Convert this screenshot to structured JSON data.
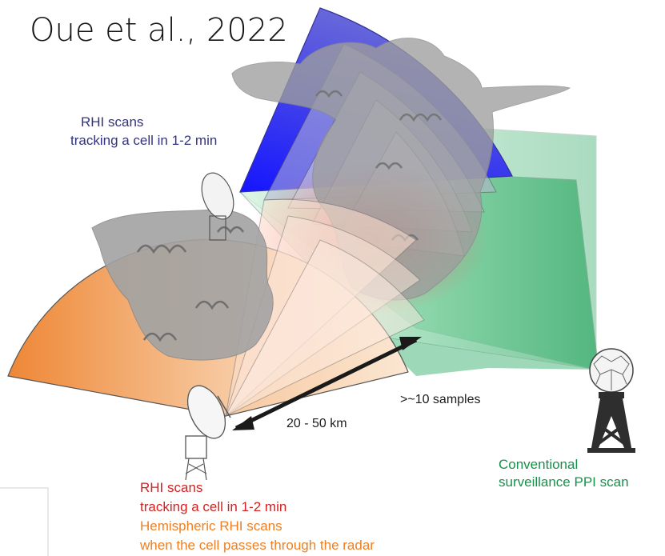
{
  "credit": "Oue et al., 2022",
  "labels": {
    "rhi_tracking_top_line1": "RHI scans",
    "rhi_tracking_top_line2": "tracking a cell in 1-2 min",
    "samples": ">~10 samples",
    "distance": "20 - 50 km",
    "conventional_line1": "Conventional",
    "conventional_line2": "surveillance PPI scan",
    "rhi_tracking_bottom_line1": "RHI scans",
    "rhi_tracking_bottom_line2": "tracking a cell in 1-2 min",
    "hemispheric_line1": "Hemispheric RHI scans",
    "hemispheric_line2": "when the cell passes through the radar"
  },
  "colors": {
    "rhi_blue": "#1a1aff",
    "hemispheric_orange": "#f0913f",
    "ppi_green": "#19a35a",
    "cloud_gray": "#a6a6a6",
    "rhi_red_text": "#d41f1f",
    "blue_text": "#33337e",
    "green_text": "#17914a",
    "orange_text": "#ef7f22"
  },
  "icons": [
    "rhi-radar-dish-icon",
    "ppi-radar-tower-icon",
    "distance-arrow-icon",
    "cloud-cell-icon"
  ]
}
